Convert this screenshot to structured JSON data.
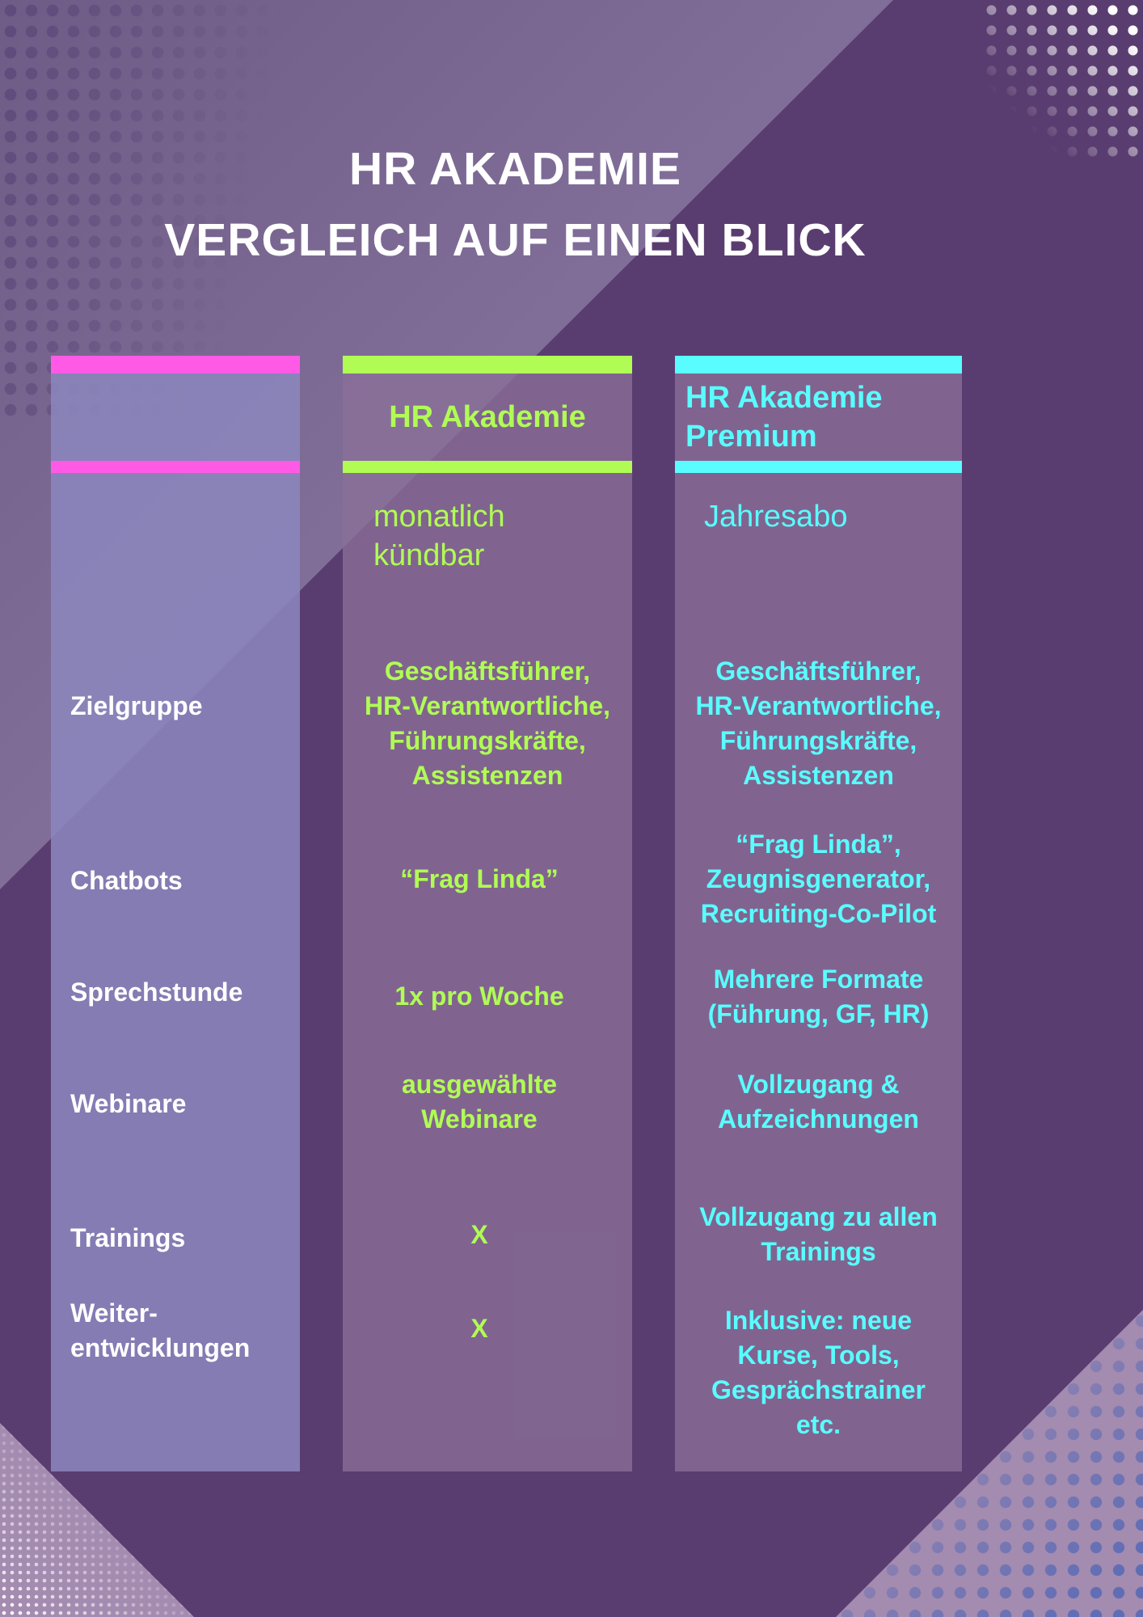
{
  "title": {
    "line1": "HR AKADEMIE",
    "line2": "VERGLEICH AUF EINEN BLICK"
  },
  "colors": {
    "background": "#5a3d70",
    "label_accent": "#ff5ae6",
    "basic_accent": "#b0fc55",
    "premium_accent": "#59fdff"
  },
  "labels": {
    "zielgruppe": "Zielgruppe",
    "chatbots": "Chatbots",
    "sprechstunde": "Sprechstunde",
    "webinare": "Webinare",
    "trainings": "Trainings",
    "weiterentwicklungen": "Weiter-\nentwicklungen"
  },
  "basic": {
    "name": "HR Akademie",
    "billing": "monatlich\nkündbar",
    "zielgruppe": "Geschäftsführer,\nHR-Verantwortliche,\nFührungskräfte,\nAssistenzen",
    "chatbots": "“Frag Linda”",
    "sprechstunde": "1x pro Woche",
    "webinare": "ausgewählte\nWebinare",
    "trainings": "X",
    "weiterentwicklungen": "X"
  },
  "premium": {
    "name": "HR Akademie\nPremium",
    "billing": "Jahresabo",
    "zielgruppe": "Geschäftsführer,\nHR-Verantwortliche,\nFührungskräfte,\nAssistenzen",
    "chatbots": "“Frag Linda”,\nZeugnisgenerator,\nRecruiting-Co-Pilot",
    "sprechstunde": "Mehrere Formate\n(Führung, GF, HR)",
    "webinare": "Vollzugang &\nAufzeichnungen",
    "trainings": "Vollzugang zu allen\nTrainings",
    "weiterentwicklungen": "Inklusive: neue\nKurse, Tools,\nGesprächstrainer\netc."
  }
}
